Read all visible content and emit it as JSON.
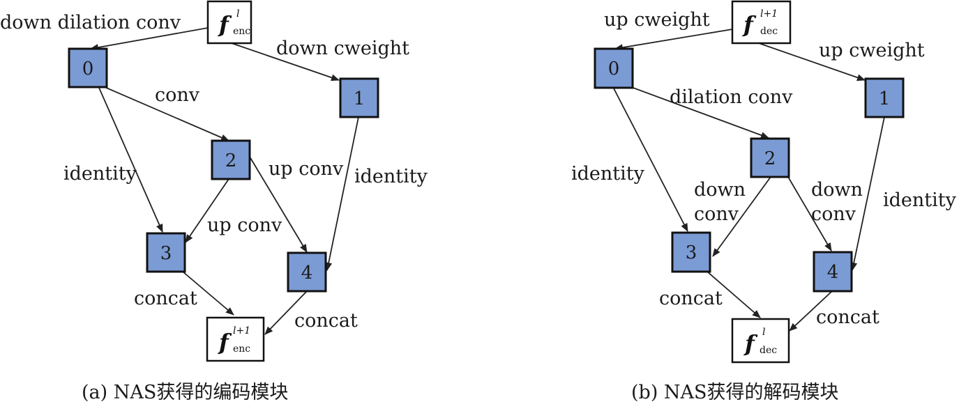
{
  "panel_a": {
    "caption": "(a) NAS获得的编码模块",
    "input": {
      "f": "f",
      "sub": "enc",
      "sup": "l"
    },
    "output": {
      "f": "f",
      "sub": "enc",
      "sup": "l+1"
    },
    "nodes": [
      "0",
      "1",
      "2",
      "3",
      "4"
    ],
    "edges": {
      "in_to_0": "down dilation conv",
      "in_to_1": "down cweight",
      "n0_to_2": "conv",
      "n0_to_3": "identity",
      "n2_to_3": "up conv",
      "n2_to_4": "up conv",
      "n1_to_4": "identity",
      "n3_to_out": "concat",
      "n4_to_out": "concat"
    }
  },
  "panel_b": {
    "caption": "(b) NAS获得的解码模块",
    "input": {
      "f": "f",
      "sub": "dec",
      "sup": "l+1"
    },
    "output": {
      "f": "f",
      "sub": "dec",
      "sup": "l"
    },
    "nodes": [
      "0",
      "1",
      "2",
      "3",
      "4"
    ],
    "edges": {
      "in_to_0": "up cweight",
      "in_to_1": "up cweight",
      "n0_to_2": "dilation conv",
      "n0_to_3": "identity",
      "n2_to_3_l1": "down",
      "n2_to_3_l2": "conv",
      "n2_to_4_l1": "down",
      "n2_to_4_l2": "conv",
      "n1_to_4": "identity",
      "n3_to_out": "concat",
      "n4_to_out": "concat"
    }
  }
}
